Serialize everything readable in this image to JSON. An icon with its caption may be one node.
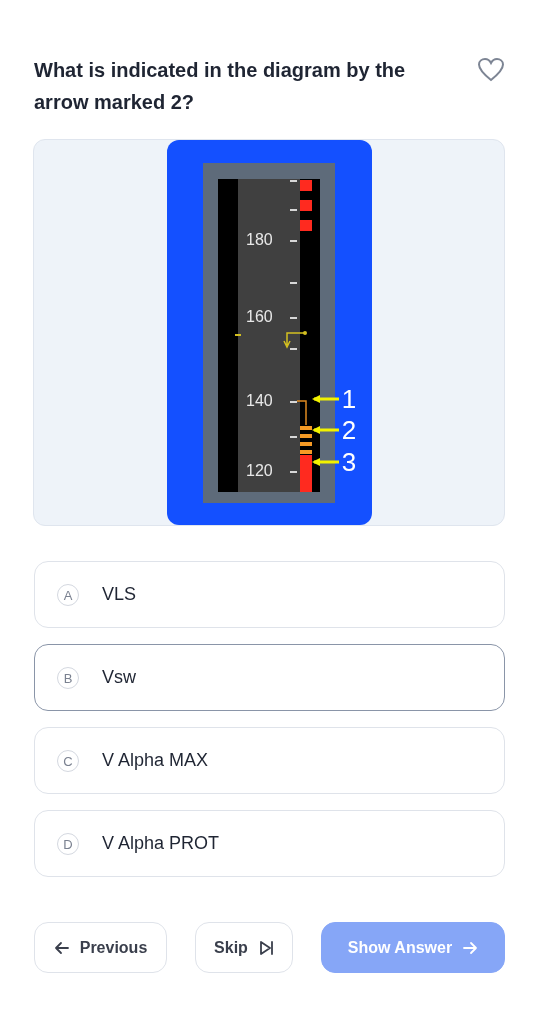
{
  "diagram": {
    "title": "What is indicated in the diagram by the arrow marked 2?",
    "nodes": [
      {
        "text": [
          "1"
        ]
      },
      {
        "text": [
          "2"
        ]
      },
      {
        "text": [
          "3"
        ]
      }
    ],
    "edges": [
      {
        "from": 0,
        "to": null,
        "arrow": "to"
      },
      {
        "from": 1,
        "to": null,
        "arrow": "to"
      },
      {
        "from": 2,
        "to": null,
        "arrow": "to"
      }
    ],
    "labels": [
      "180",
      "160",
      "140",
      "120",
      "A",
      "VLS",
      "B",
      "Vsw",
      "C",
      "V Alpha MAX",
      "D",
      "V Alpha PROT",
      "Previous",
      "Skip",
      "Show Answer"
    ]
  }
}
